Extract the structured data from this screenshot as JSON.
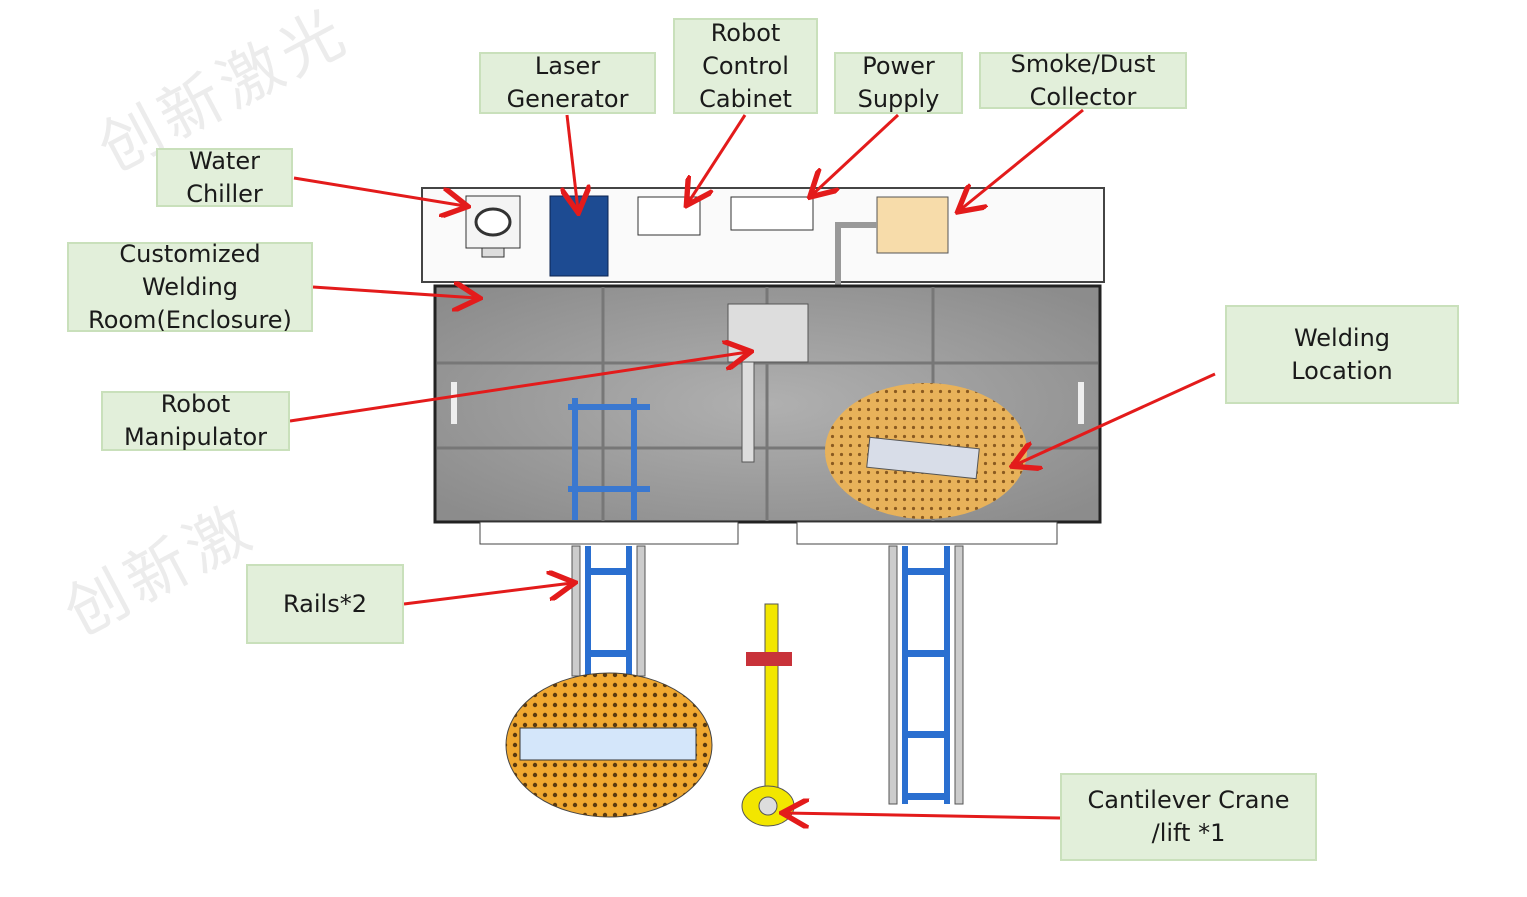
{
  "watermark": "创新激光",
  "colors": {
    "label_bg": "#e2efda",
    "arrow": "#e31b1b",
    "enclosure": "#9c9c9c",
    "turntable": "#f0a830",
    "rail": "#2a6fd0",
    "crane": "#f2e600"
  },
  "labels": {
    "laser_generator": "Laser\nGenerator",
    "robot_control_cabinet": "Robot\nControl\nCabinet",
    "power_supply": "Power\nSupply",
    "smoke_dust_collector": "Smoke/Dust\nCollector",
    "water_chiller": "Water\nChiller",
    "welding_room": "Customized\nWelding\nRoom(Enclosure)",
    "robot_manipulator": "Robot\nManipulator",
    "welding_location": "Welding\nLocation",
    "rails": "Rails*2",
    "cantilever_crane": "Cantilever Crane\n/lift *1"
  }
}
